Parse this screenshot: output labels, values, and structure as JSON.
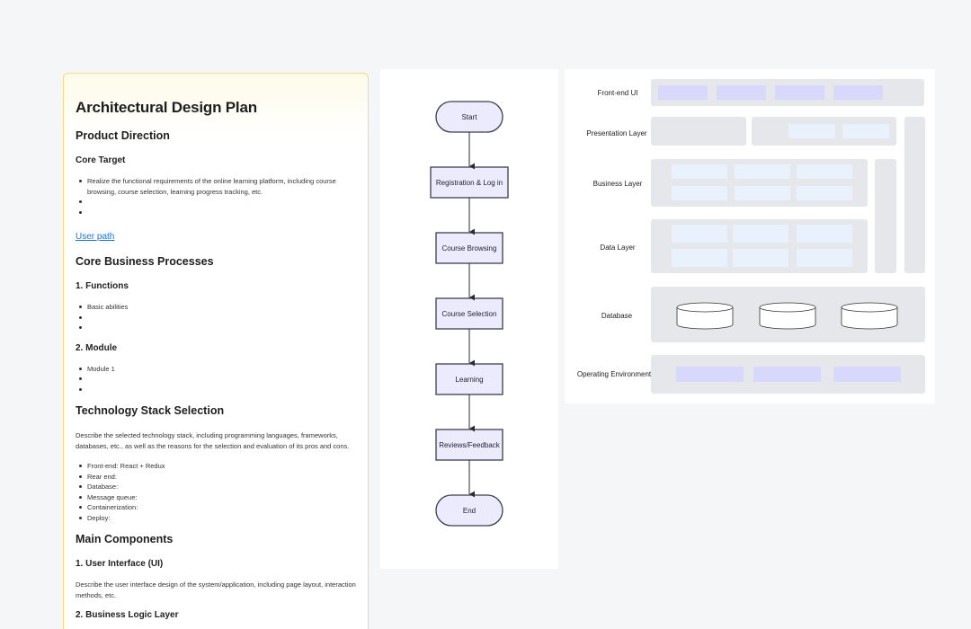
{
  "document": {
    "title": "Architectural Design Plan",
    "product_direction": {
      "heading": "Product Direction",
      "core_target": {
        "heading": "Core Target",
        "items": [
          "Realize the functional requirements of the online learning platform, including course browsing, course selection, learning progress tracking, etc.",
          "",
          ""
        ]
      },
      "user_path_link": "User path"
    },
    "core_business": {
      "heading": "Core Business Processes",
      "functions": {
        "heading": "1. Functions",
        "items": [
          "Basic abilities",
          "",
          ""
        ]
      },
      "module": {
        "heading": "2. Module",
        "items": [
          "Module 1",
          "",
          ""
        ]
      }
    },
    "tech_stack": {
      "heading": "Technology Stack Selection",
      "description": "Describe the selected technology stack, including programming languages, frameworks, databases, etc., as well as the reasons for the selection and evaluation of its pros and cons.",
      "items": [
        "Front-end: React + Redux",
        "Rear end:",
        "Database:",
        "Message queue:",
        "Containerization:",
        "Deploy:"
      ]
    },
    "main_components": {
      "heading": "Main Components",
      "ui": {
        "heading": "1. User Interface (UI)",
        "description": "Describe the user interface design of the system/application, including page layout, interaction methods, etc."
      },
      "business_logic": {
        "heading": "2. Business Logic Layer"
      }
    }
  },
  "flowchart": {
    "nodes": [
      {
        "label": "Start",
        "shape": "terminal"
      },
      {
        "label": "Registration & Log in",
        "shape": "process"
      },
      {
        "label": "Course Browsing",
        "shape": "process"
      },
      {
        "label": "Course Selection",
        "shape": "process"
      },
      {
        "label": "Learning",
        "shape": "process"
      },
      {
        "label": "Reviews/Feedback",
        "shape": "process"
      },
      {
        "label": "End",
        "shape": "terminal"
      }
    ],
    "colors": {
      "fill": "#ecebfd",
      "stroke": "#3c3c4e",
      "edge": "#2b2b2b"
    }
  },
  "architecture": {
    "layers": {
      "frontend": "Front-end UI",
      "presentation": "Presentation Layer",
      "business": "Business Layer",
      "data": "Data Layer",
      "database": "Database",
      "operating": "Operating Environment"
    },
    "colors": {
      "block": "#e6e7ea",
      "chip_purple": "#d7d8fb",
      "chip_blue": "#e9f2fc"
    }
  }
}
